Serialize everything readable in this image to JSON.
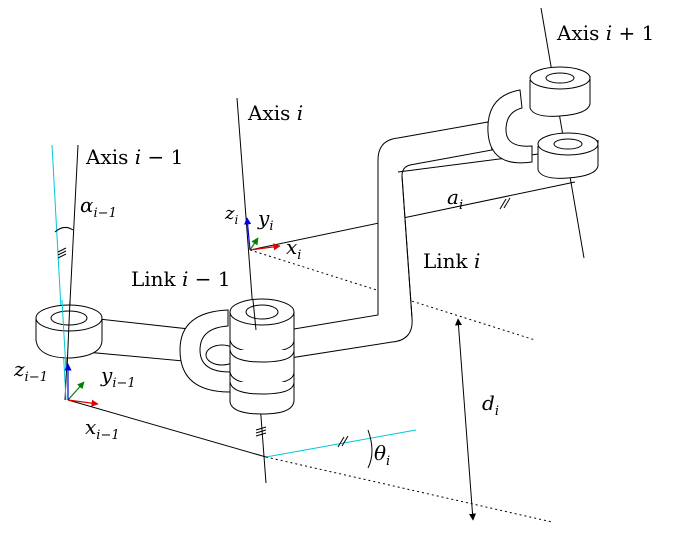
{
  "colors": {
    "ink": "#000000",
    "axis_x": "#e00000",
    "axis_y": "#008000",
    "axis_z": "#0000e0",
    "prev_axis": "#00c8d8"
  },
  "labels": {
    "axis_prev": {
      "text": "Axis ",
      "var": "i",
      "suffix": " − 1"
    },
    "axis_cur": {
      "text": "Axis ",
      "var": "i",
      "suffix": ""
    },
    "axis_next": {
      "text": "Axis ",
      "var": "i",
      "suffix": " + 1"
    },
    "link_prev": {
      "text": "Link ",
      "var": "i",
      "suffix": " − 1"
    },
    "link_cur": {
      "text": "Link ",
      "var": "i",
      "suffix": ""
    }
  },
  "symbols": {
    "alpha": {
      "base": "α",
      "sub": "i−1"
    },
    "a": {
      "base": "a",
      "sub": "i"
    },
    "d": {
      "base": "d",
      "sub": "i"
    },
    "theta": {
      "base": "θ",
      "sub": "i"
    },
    "z_prev": {
      "base": "z",
      "sub": "i−1"
    },
    "y_prev": {
      "base": "y",
      "sub": "i−1"
    },
    "x_prev": {
      "base": "x",
      "sub": "i−1"
    },
    "z_cur": {
      "base": "z",
      "sub": "i"
    },
    "y_cur": {
      "base": "y",
      "sub": "i"
    },
    "x_cur": {
      "base": "x",
      "sub": "i"
    }
  }
}
